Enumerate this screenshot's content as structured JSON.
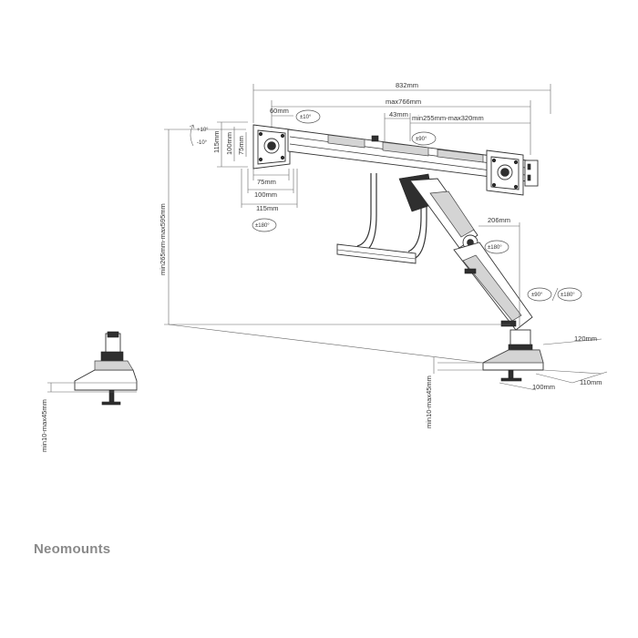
{
  "brand": "Neomounts",
  "dimensions": {
    "width_total": "832mm",
    "width_max": "max766mm",
    "bar_span": "min255mm-max320mm",
    "bar_offset": "43mm",
    "vesa_top": "60mm",
    "height_115": "115mm",
    "height_100": "100mm",
    "height_75": "75mm",
    "width_75": "75mm",
    "width_100": "100mm",
    "width_115": "115mm",
    "height_range": "min265mm-max595mm",
    "arm_reach": "206mm",
    "desk_thickness_left": "min10-max45mm",
    "desk_thickness_right": "min10-max45mm",
    "base_depth": "120mm",
    "base_width_100": "100mm",
    "base_width_110": "110mm"
  },
  "angles": {
    "tilt_up": "+10°",
    "tilt_down": "-10°",
    "tilt_10": "±10°",
    "swivel_90_top": "±90°",
    "rotate_180_screen": "±180°",
    "rotate_180_arm": "±180°",
    "swivel_90_arm": "±90°",
    "rotate_180_base": "±180°"
  }
}
